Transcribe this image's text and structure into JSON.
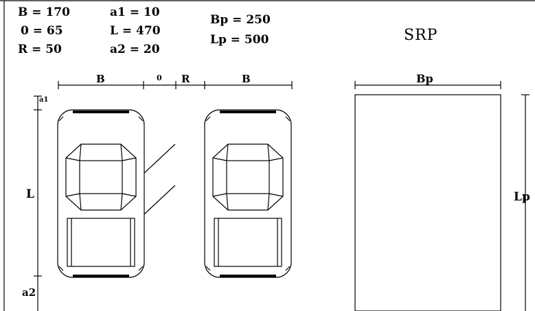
{
  "params": {
    "b": "B = 170",
    "o": "0 = 65",
    "r": "R = 50",
    "a1": "a1 = 10",
    "l": "L = 470",
    "a2": "a2 = 20",
    "bp": "Bp = 250",
    "lp": "Lp = 500"
  },
  "title": "SRP",
  "dims": {
    "b_left": "B",
    "o": "0",
    "r": "R",
    "b_right": "B",
    "bp": "Bp",
    "a1": "a1",
    "l": "L",
    "a2": "a2",
    "lp": "Lp"
  }
}
